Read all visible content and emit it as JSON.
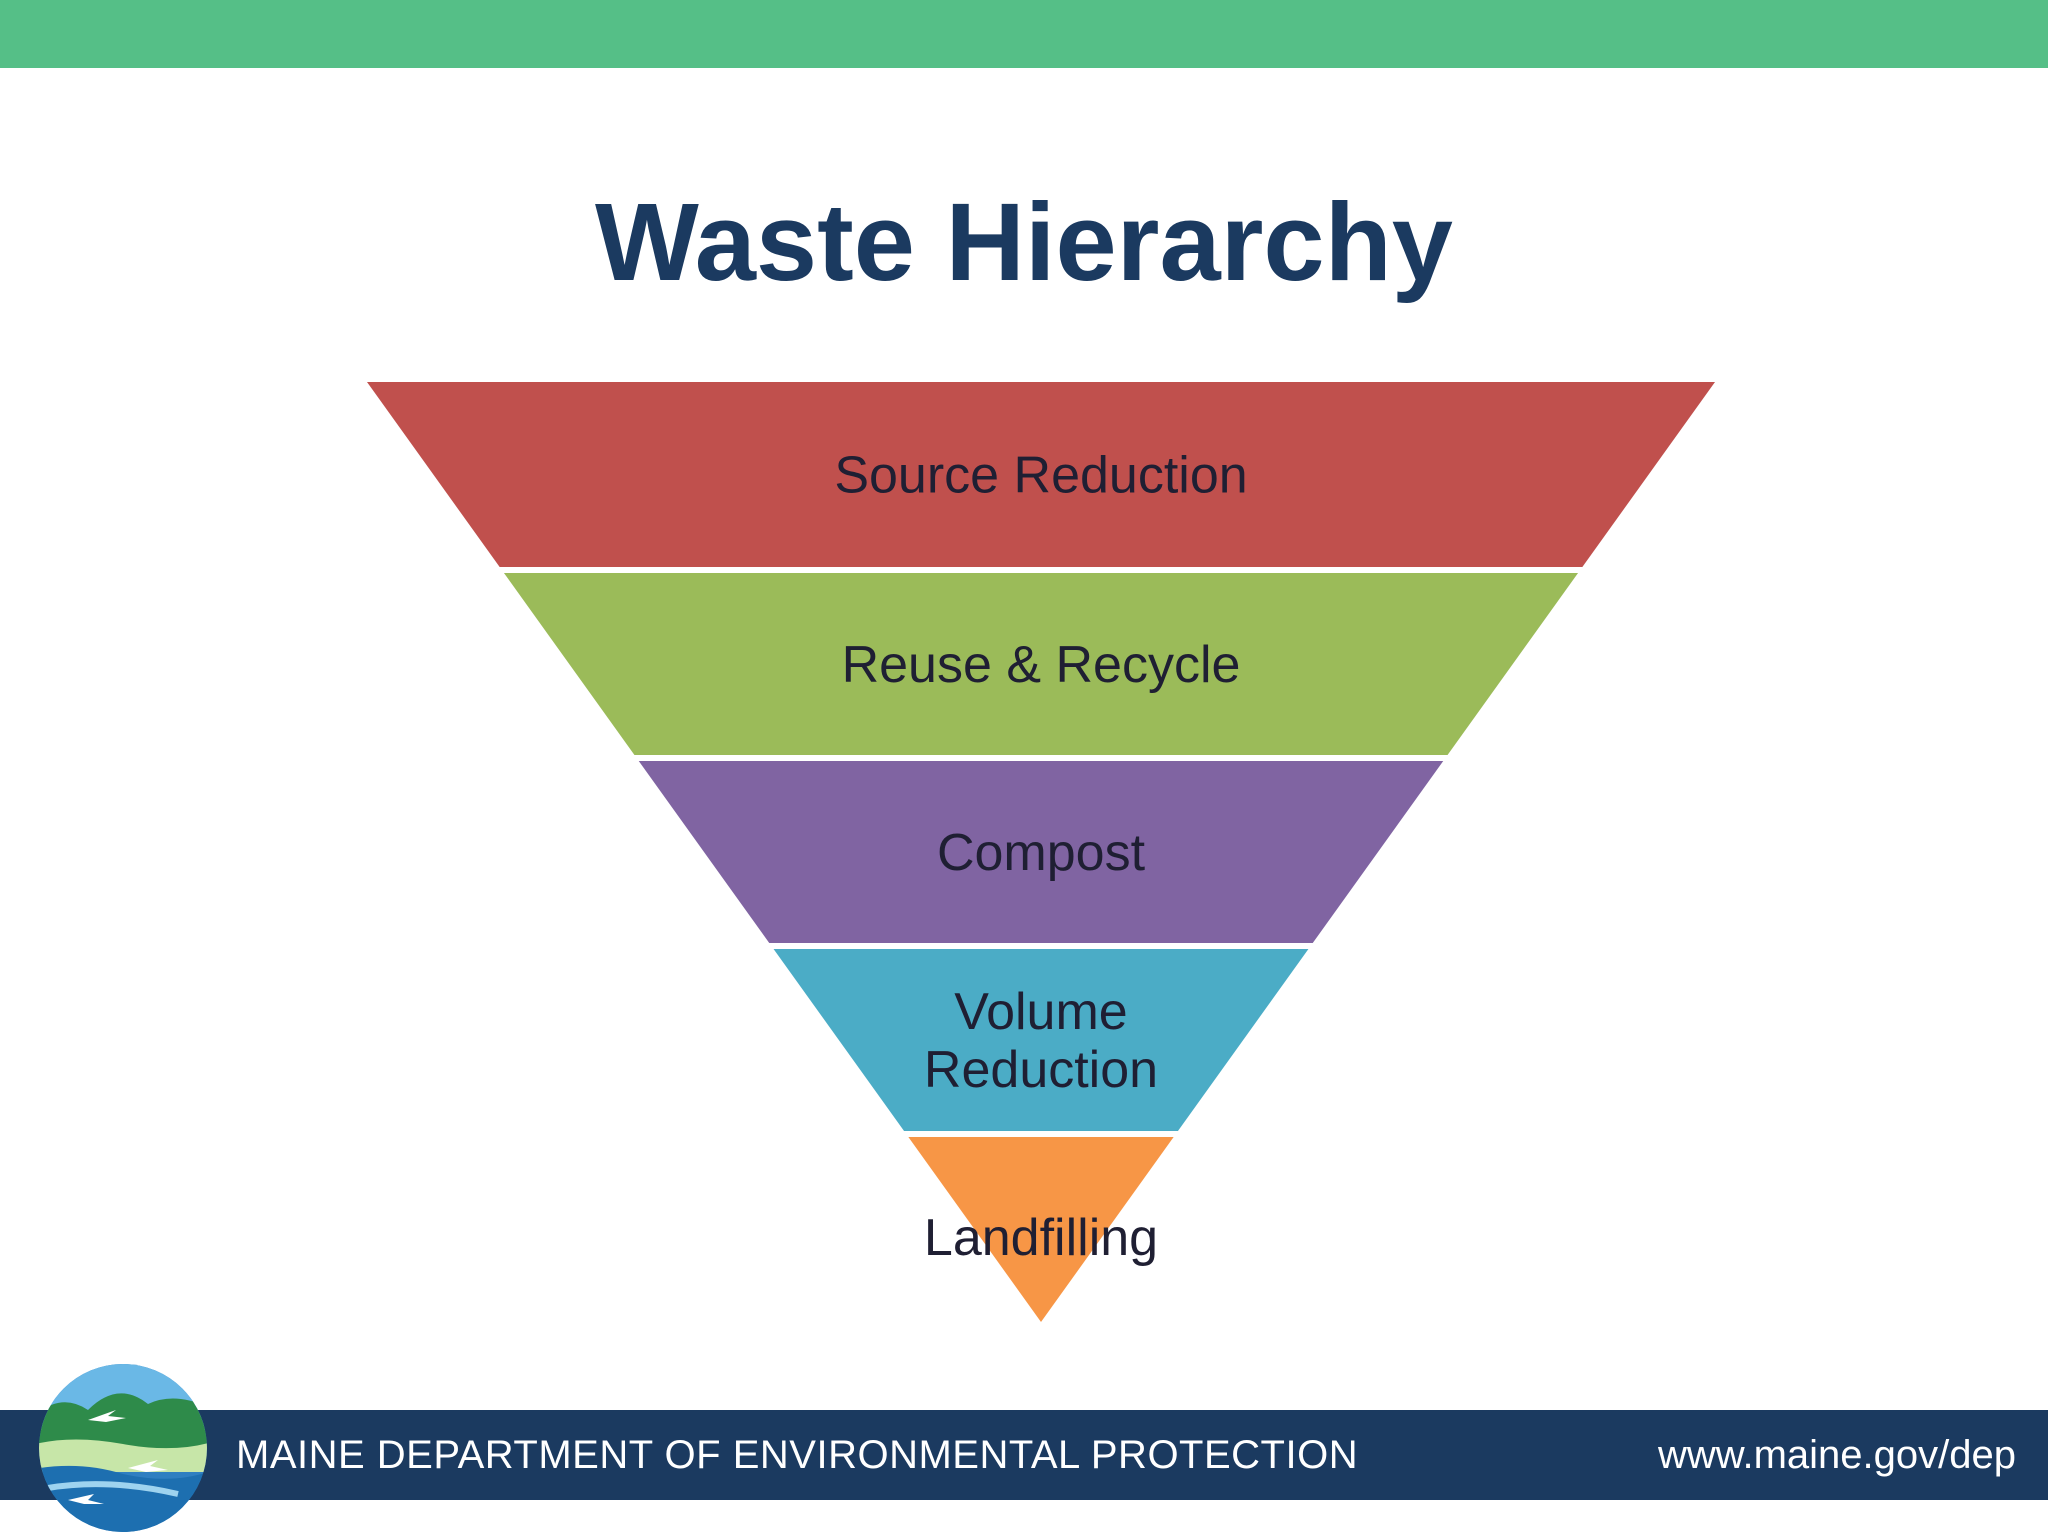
{
  "slide": {
    "title": "Waste Hierarchy"
  },
  "diagram": {
    "type": "inverted-pyramid",
    "tiers": [
      {
        "label_lines": [
          "Source Reduction"
        ],
        "color": "#c0504d"
      },
      {
        "label_lines": [
          "Reuse & Recycle"
        ],
        "color": "#9bbb59"
      },
      {
        "label_lines": [
          "Compost"
        ],
        "color": "#8064a2"
      },
      {
        "label_lines": [
          "Volume",
          "Reduction"
        ],
        "color": "#4bacc6"
      },
      {
        "label_lines": [
          "Landfilling"
        ],
        "color": "#f79646"
      }
    ]
  },
  "footer": {
    "organization": "MAINE DEPARTMENT OF ENVIRONMENTAL PROTECTION",
    "url": "www.maine.gov/dep",
    "logo_icon": "maine-dep-logo-icon"
  },
  "colors": {
    "top_bar": "#55bf87",
    "title": "#1b3a60",
    "footer_bar": "#1b3a60",
    "tier_separator": "#e9ecd4"
  }
}
